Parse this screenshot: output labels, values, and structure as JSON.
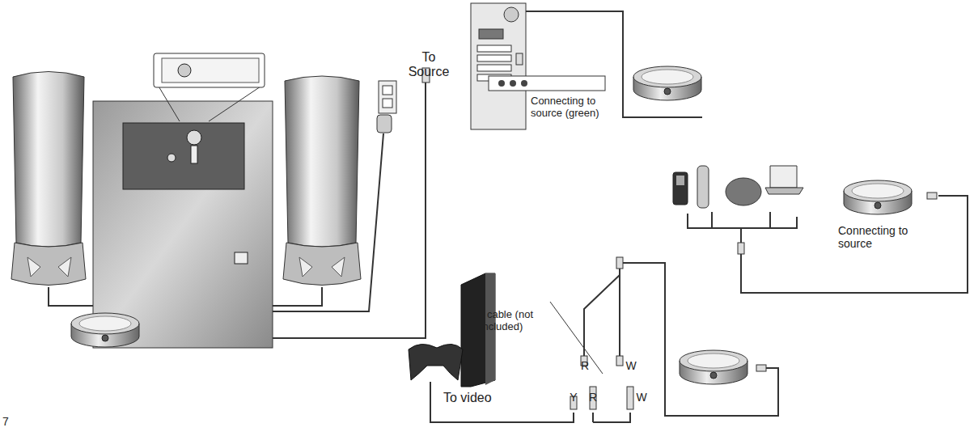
{
  "diagram": {
    "labels": [
      "To Source",
      "Connecting to source (green)",
      "Connecting to source",
      "“Y” cable (not included)",
      "R",
      "W",
      "Y",
      "R",
      "W",
      "To video",
      "7"
    ]
  }
}
